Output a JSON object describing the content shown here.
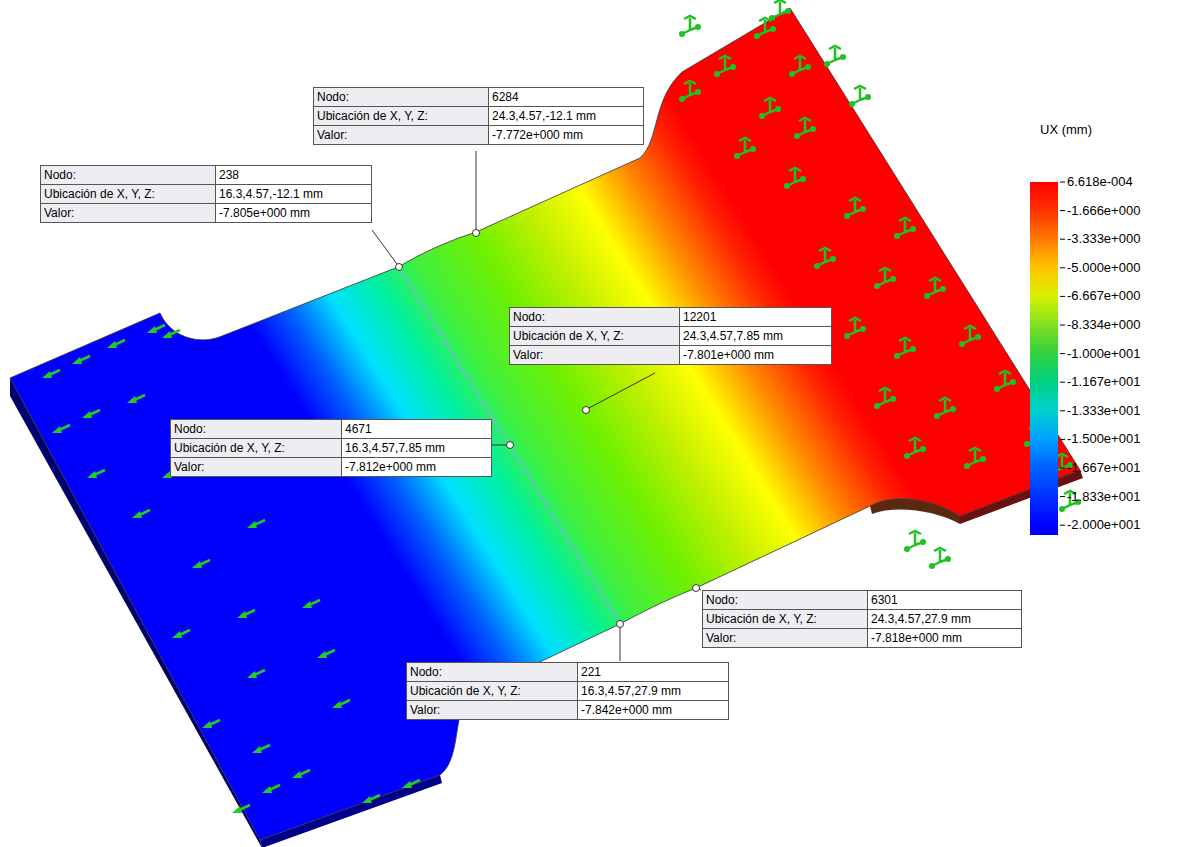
{
  "diagram": {
    "nodes": [
      {
        "text": [
          "Nodo:",
          "6284",
          "Ubicación de X, Y, Z:",
          "24.3,4.57,-12.1 mm",
          "Valor:",
          "-7.772e+000 mm"
        ]
      },
      {
        "text": [
          "Nodo:",
          "238",
          "Ubicación de X, Y, Z:",
          "16.3,4.57,-12.1 mm",
          "Valor:",
          "-7.805e+000 mm"
        ]
      },
      {
        "text": [
          "Nodo:",
          "12201",
          "Ubicación de X, Y, Z:",
          "24.3,4.57,7.85 mm",
          "Valor:",
          "-7.801e+000 mm"
        ]
      },
      {
        "text": [
          "Nodo:",
          "4671",
          "Ubicación de X, Y, Z:",
          "16.3,4.57,7.85 mm",
          "Valor:",
          "-7.812e+000 mm"
        ]
      },
      {
        "text": [
          "Nodo:",
          "6301",
          "Ubicación de X, Y, Z:",
          "24.3,4.57,27.9 mm",
          "Valor:",
          "-7.818e+000 mm"
        ]
      },
      {
        "text": [
          "Nodo:",
          "221",
          "Ubicación de X, Y, Z:",
          "16.3,4.57,27.9 mm",
          "Valor:",
          "-7.842e+000 mm"
        ]
      }
    ],
    "labels": [
      "UX (mm)"
    ],
    "legend": [
      {
        "text": "6.618e-004",
        "color": "#ff0000"
      },
      {
        "text": "-1.666e+000",
        "color": "#ff3300"
      },
      {
        "text": "-3.333e+000",
        "color": "#ff7a00"
      },
      {
        "text": "-5.000e+000",
        "color": "#ffc400"
      },
      {
        "text": "-6.667e+000",
        "color": "#d8f200"
      },
      {
        "text": "-8.334e+000",
        "color": "#80e020"
      },
      {
        "text": "-1.000e+001",
        "color": "#30d040"
      },
      {
        "text": "-1.167e+001",
        "color": "#00d080"
      },
      {
        "text": "-1.333e+001",
        "color": "#00d0d0"
      },
      {
        "text": "-1.500e+001",
        "color": "#00a0ff"
      },
      {
        "text": "-1.667e+001",
        "color": "#0060ff"
      },
      {
        "text": "-1.833e+001",
        "color": "#0030ff"
      },
      {
        "text": "-2.000e+001",
        "color": "#0000ff"
      }
    ]
  }
}
